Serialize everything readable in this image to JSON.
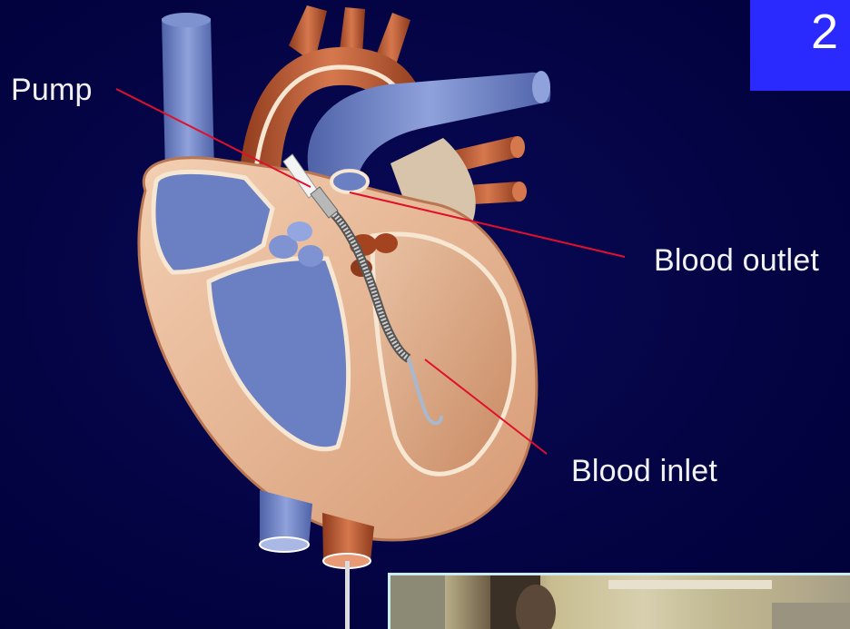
{
  "slide": {
    "number": "2"
  },
  "diagram": {
    "labels": {
      "pump": "Pump",
      "blood_outlet": "Blood outlet",
      "blood_inlet": "Blood inlet"
    },
    "colors": {
      "background": "#000040",
      "vessel_blue": "#6b7fc0",
      "muscle_tan": "#e8b594",
      "artery_red": "#b8532c",
      "leader_line": "#e0102a",
      "badge": "#2a2aff"
    }
  },
  "inset_photo": {
    "icon": "photo-inset"
  }
}
